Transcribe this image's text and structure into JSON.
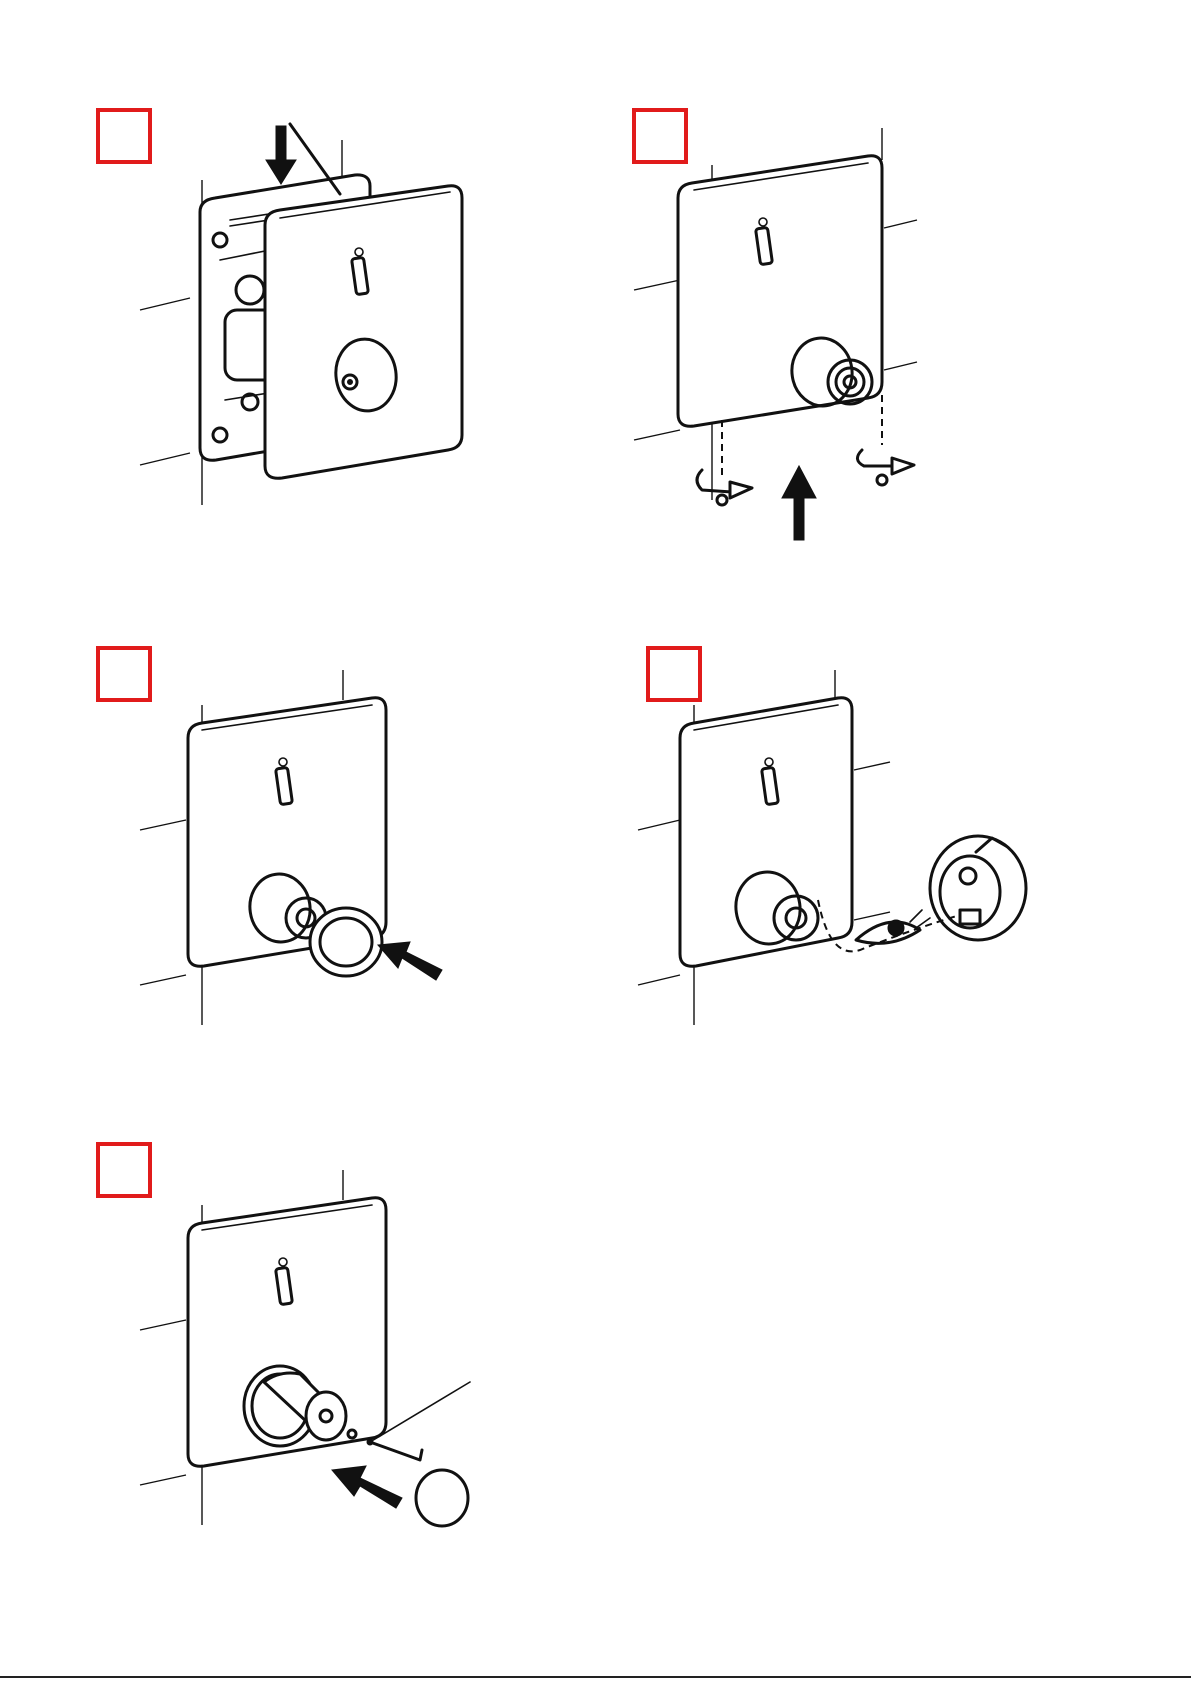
{
  "page": {
    "background": "#ffffff"
  },
  "accent_color": "#e11b1b",
  "steps": [
    {
      "id": "step-1",
      "number_label": ""
    },
    {
      "id": "step-2",
      "number_label": ""
    },
    {
      "id": "step-3",
      "number_label": ""
    },
    {
      "id": "step-4",
      "number_label": ""
    },
    {
      "id": "step-5",
      "number_label": ""
    }
  ],
  "icons": [
    "arrow-down-icon",
    "arrow-up-icon",
    "rotate-screw-icon",
    "push-arrow-icon",
    "eye-icon",
    "hex-key-icon"
  ]
}
